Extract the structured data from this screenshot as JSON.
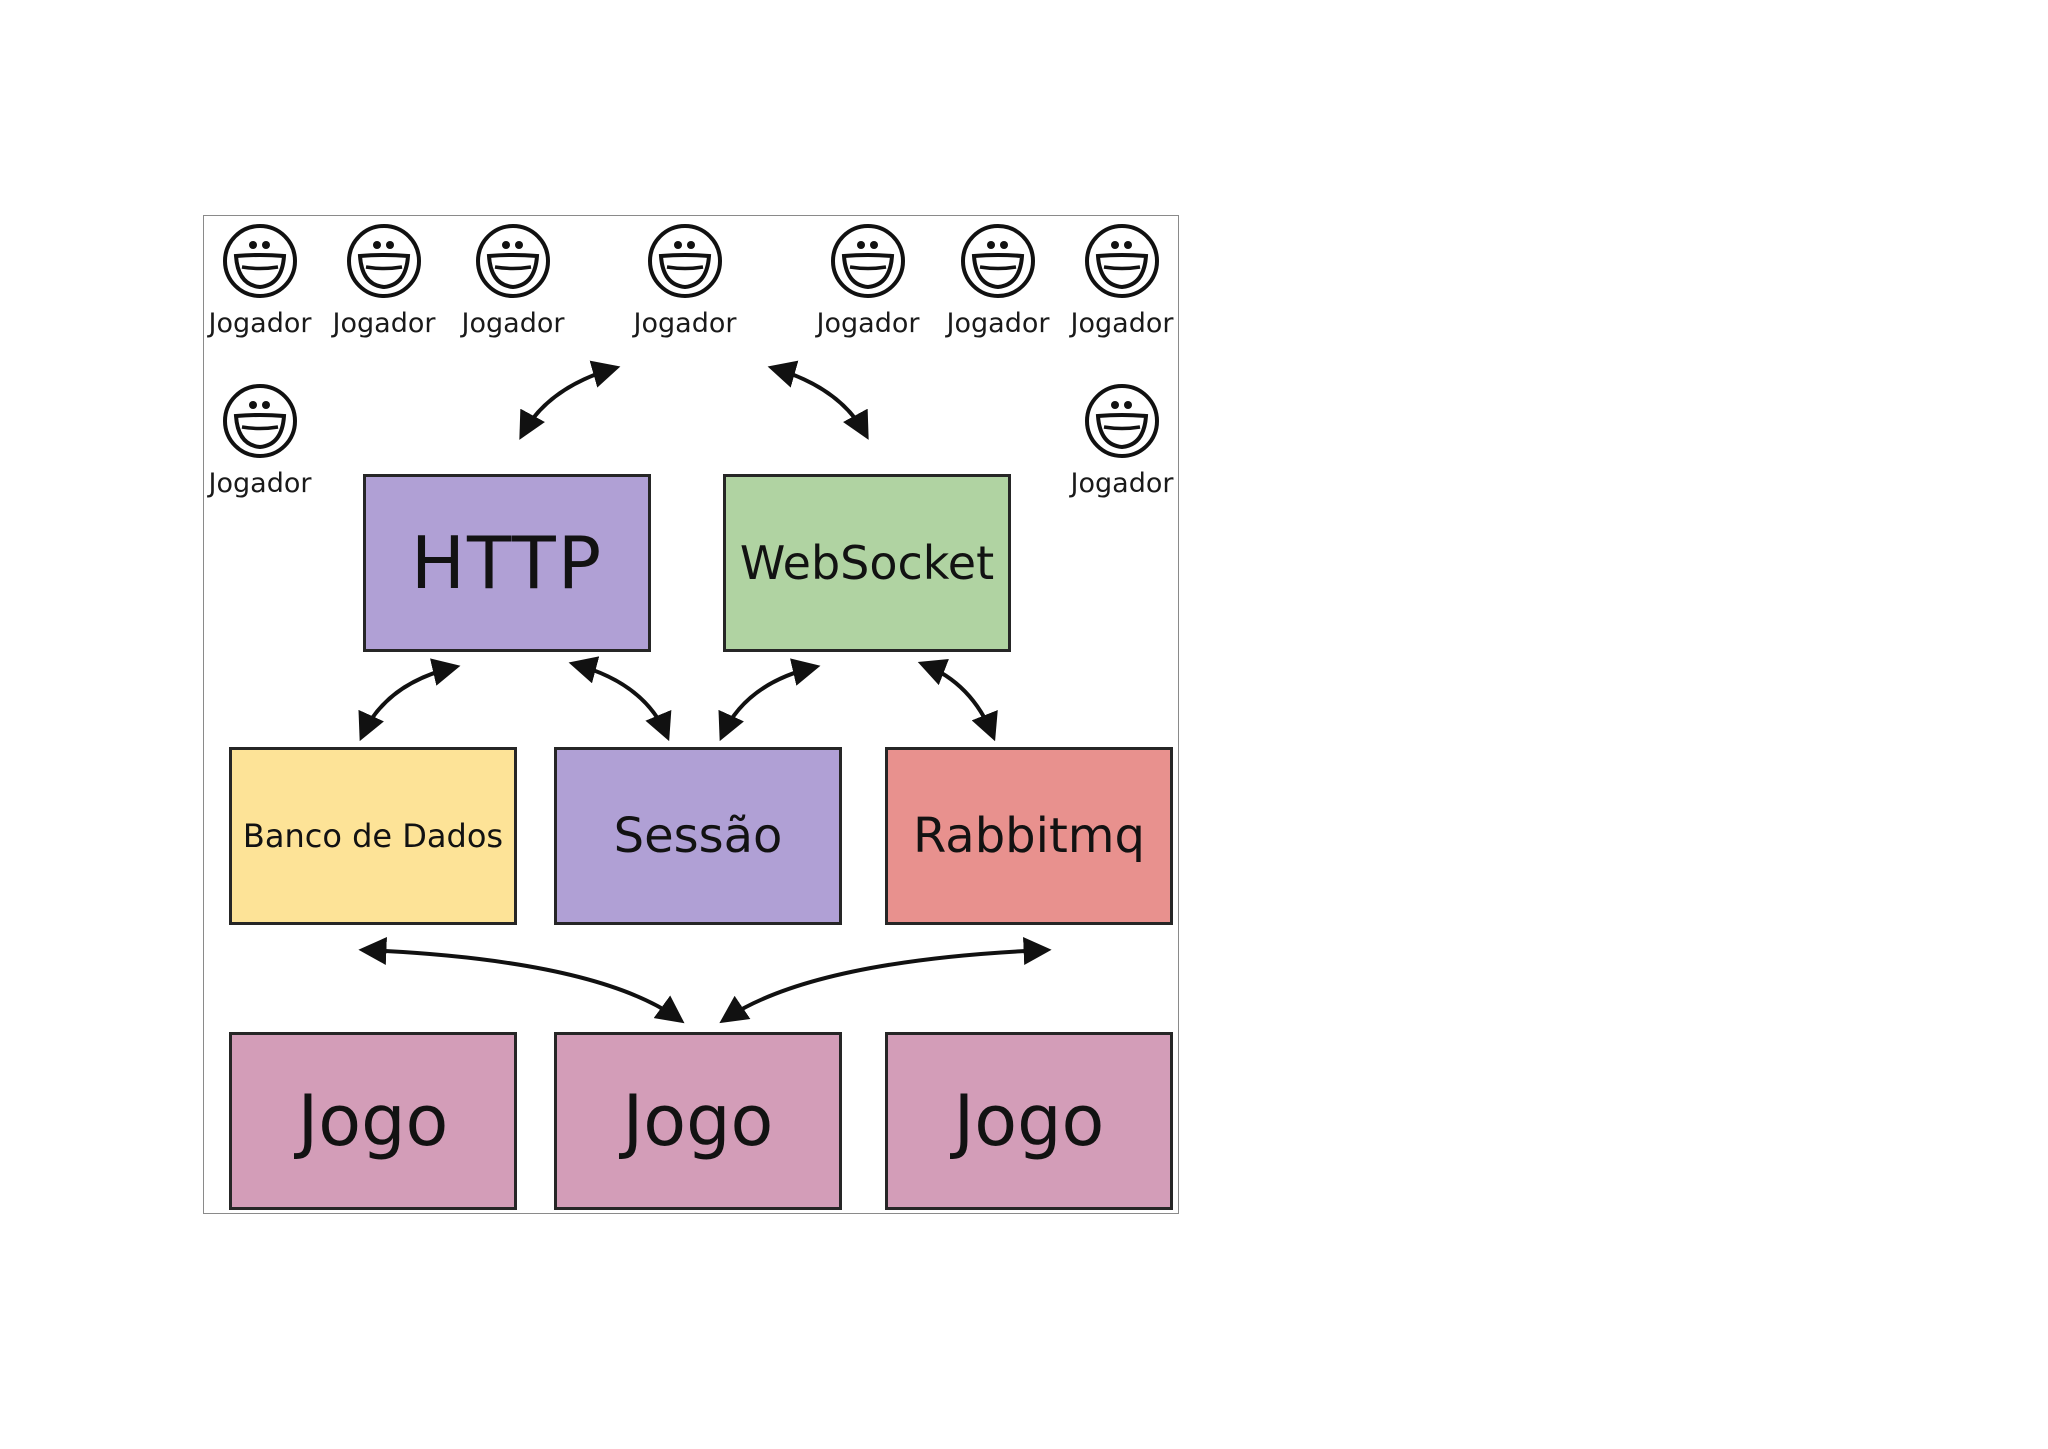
{
  "players": {
    "top": [
      "Jogador",
      "Jogador",
      "Jogador",
      "Jogador",
      "Jogador",
      "Jogador",
      "Jogador"
    ],
    "left": "Jogador",
    "right": "Jogador"
  },
  "services": {
    "http": "HTTP",
    "websocket": "WebSocket"
  },
  "backends": {
    "banco": "Banco de Dados",
    "sessao": "Sessão",
    "rabbitmq": "Rabbitmq"
  },
  "games": [
    "Jogo",
    "Jogo",
    "Jogo"
  ],
  "colors": {
    "http": "#b0a0d5",
    "websocket": "#b0d3a2",
    "banco": "#fde397",
    "sessao": "#b0a0d5",
    "rabbitmq": "#e8918e",
    "jogo": "#d39db8",
    "border": "#262626"
  },
  "icons": {
    "player": "smiley-face-icon",
    "connection": "bidirectional-arrow-icon"
  }
}
